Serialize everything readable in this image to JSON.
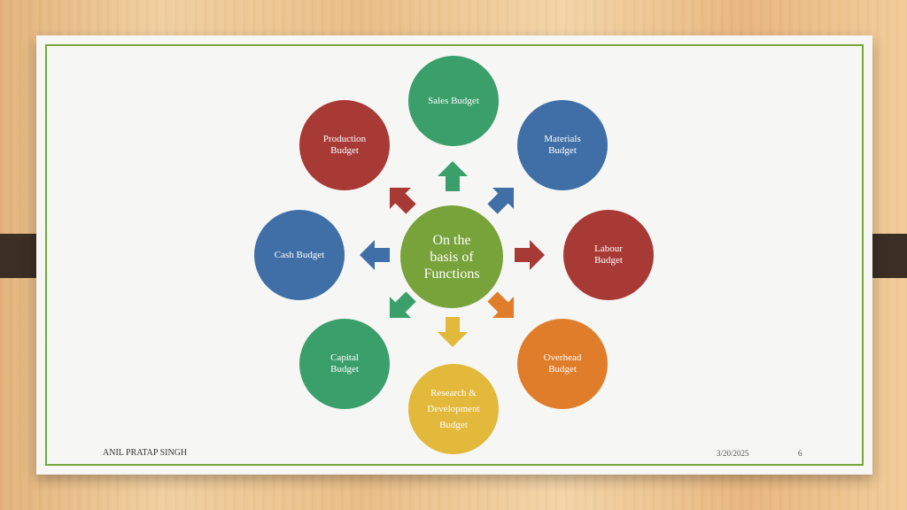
{
  "diagram": {
    "center": {
      "label": "On the\nbasis of\nFunctions",
      "color": "#77a33a"
    },
    "nodes": [
      {
        "key": "sales",
        "label": "Sales Budget",
        "color": "#3a9f6b"
      },
      {
        "key": "materials",
        "label": "Materials\nBudget",
        "color": "#3f6fa6"
      },
      {
        "key": "labour",
        "label": "Labour\nBudget",
        "color": "#a83a36"
      },
      {
        "key": "overhead",
        "label": "Overhead\nBudget",
        "color": "#e07d2a"
      },
      {
        "key": "research",
        "label": "Research &\nDevelopment\nBudget",
        "color": "#e3b93b"
      },
      {
        "key": "capital",
        "label": "Capital\nBudget",
        "color": "#3a9f6b"
      },
      {
        "key": "cash",
        "label": "Cash Budget",
        "color": "#3f6fa6"
      },
      {
        "key": "production",
        "label": "Production\nBudget",
        "color": "#a83a36"
      }
    ]
  },
  "footer": {
    "author": "ANIL PRATAP SINGH",
    "date": "3/20/2025",
    "page": "6"
  },
  "colors": {
    "frame": "#77a73b",
    "tab": "#3b2e25"
  }
}
